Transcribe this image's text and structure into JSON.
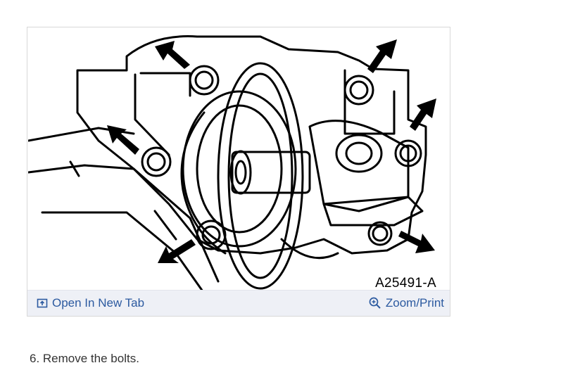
{
  "figure": {
    "id_label": "A25491-A",
    "open_tab_label": "Open In New Tab",
    "zoom_print_label": "Zoom/Print",
    "icons": {
      "open_tab": "open-in-new-tab-icon",
      "zoom": "zoom-in-icon"
    }
  },
  "instruction": {
    "text": "6. Remove the bolts."
  },
  "colors": {
    "link": "#2c5aa0",
    "toolbar_bg": "#eef0f6",
    "line_art": "#000000"
  }
}
